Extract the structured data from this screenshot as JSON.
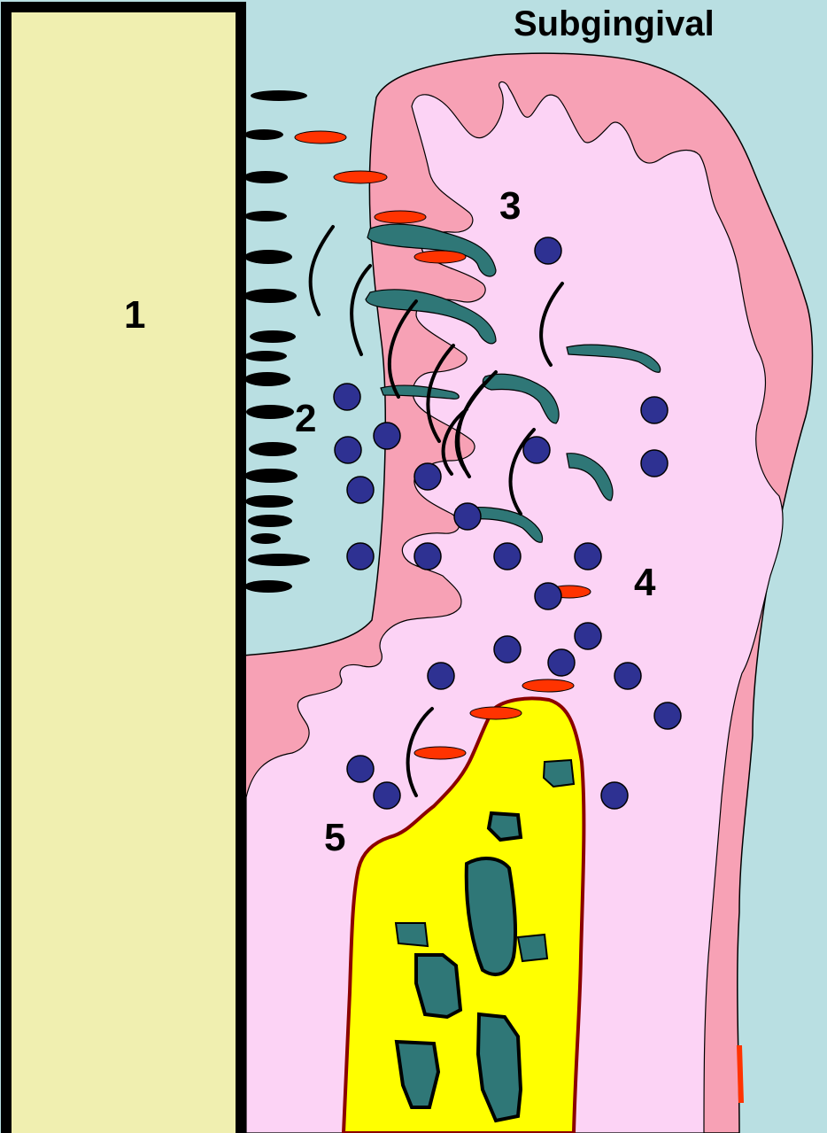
{
  "title": "Subgingival",
  "labels": {
    "tooth": "1",
    "bacteria": "2",
    "epithelium": "3",
    "connective_tissue": "4",
    "bone": "5"
  },
  "colors": {
    "background": "#b9dfe2",
    "tooth": "#f0efb0",
    "tooth_outline": "#000000",
    "gingiva_outer": "#f7a1b5",
    "connective_tissue": "#fcd3f5",
    "bone": "#ffff00",
    "bone_outline": "#8b0000",
    "cells": "#2e3192",
    "red_cells": "#ff3300",
    "fibers": "#2f7777",
    "bacteria": "#000000"
  },
  "elements": {
    "tooth": "tooth",
    "gingiva": "gingiva",
    "bone": "alveolar-bone",
    "blue_cells": "leukocyte",
    "red_cells": "erythrocyte",
    "fibers": "collagen-fiber",
    "spirochetes": "spirochete",
    "plaque": "bacterial-plaque"
  }
}
